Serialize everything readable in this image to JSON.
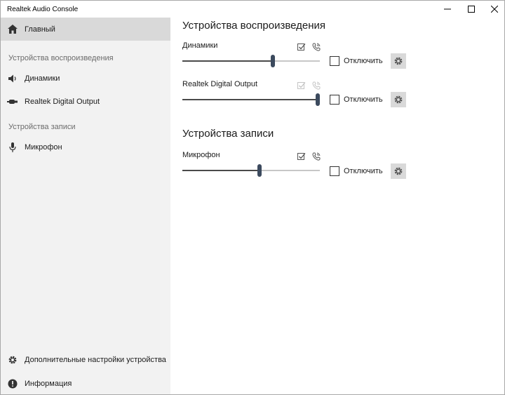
{
  "window": {
    "title": "Realtek Audio Console"
  },
  "sidebar": {
    "home_label": "Главный",
    "playback_section": "Устройства воспроизведения",
    "playback_items": [
      {
        "label": "Динамики",
        "icon": "speaker-icon"
      },
      {
        "label": "Realtek Digital Output",
        "icon": "digital-output-icon"
      }
    ],
    "record_section": "Устройства записи",
    "record_items": [
      {
        "label": "Микрофон",
        "icon": "microphone-icon"
      }
    ],
    "advanced_label": "Дополнительные настройки устройства",
    "info_label": "Информация"
  },
  "main": {
    "playback_title": "Устройства воспроизведения",
    "record_title": "Устройства записи",
    "mute_label": "Отключить",
    "devices": [
      {
        "name": "Динамики",
        "volume": 66,
        "default_enabled": true,
        "comm_enabled": true,
        "muted": false
      },
      {
        "name": "Realtek Digital Output",
        "volume": 100,
        "default_enabled": false,
        "comm_enabled": false,
        "muted": false
      },
      {
        "name": "Микрофон",
        "volume": 56,
        "default_enabled": true,
        "comm_enabled": true,
        "muted": false
      }
    ]
  },
  "colors": {
    "sidebar_bg": "#f2f2f2",
    "active_bg": "#d9d9d9",
    "thumb": "#3c4a5e",
    "gear_bg": "#d9d9d9"
  }
}
